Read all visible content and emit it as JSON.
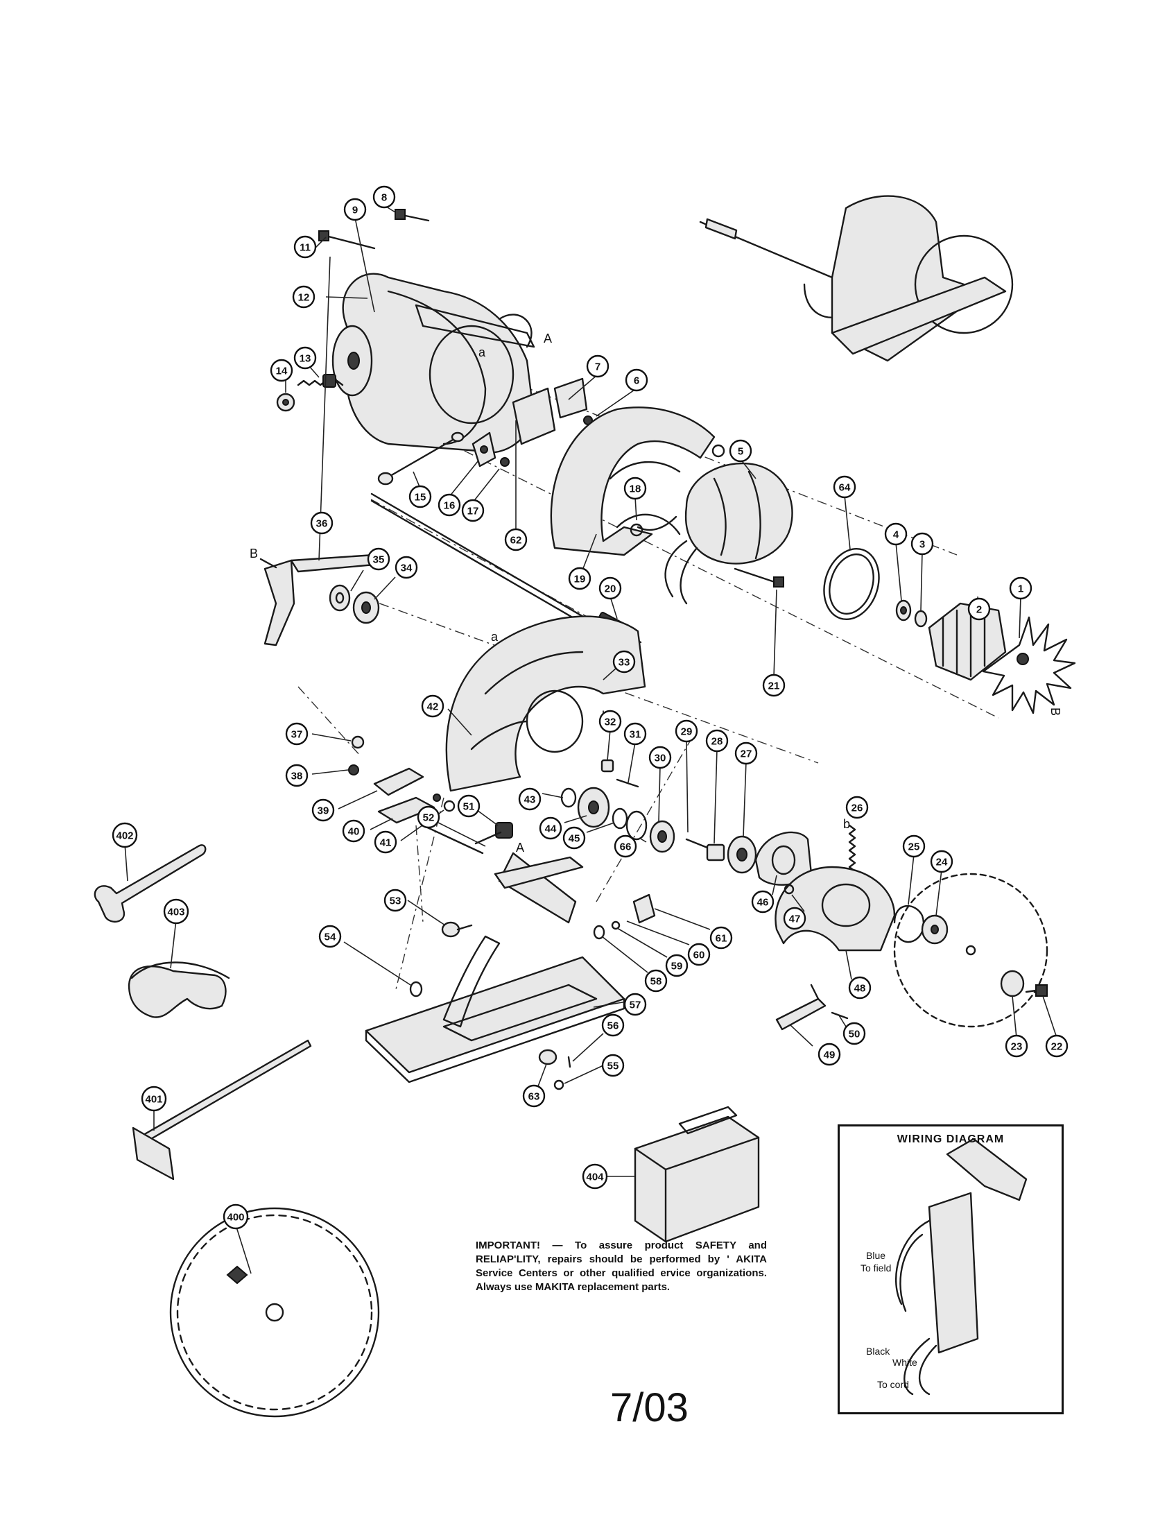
{
  "parts": [
    {
      "id": "1",
      "label": "1"
    },
    {
      "id": "2",
      "label": "2"
    },
    {
      "id": "3",
      "label": "3"
    },
    {
      "id": "4",
      "label": "4"
    },
    {
      "id": "5",
      "label": "5"
    },
    {
      "id": "6",
      "label": "6"
    },
    {
      "id": "7",
      "label": "7"
    },
    {
      "id": "8",
      "label": "8"
    },
    {
      "id": "9",
      "label": "9"
    },
    {
      "id": "11",
      "label": "11"
    },
    {
      "id": "12",
      "label": "12"
    },
    {
      "id": "13",
      "label": "13"
    },
    {
      "id": "14",
      "label": "14"
    },
    {
      "id": "15",
      "label": "15"
    },
    {
      "id": "16",
      "label": "16"
    },
    {
      "id": "17",
      "label": "17"
    },
    {
      "id": "18",
      "label": "18"
    },
    {
      "id": "19",
      "label": "19"
    },
    {
      "id": "20",
      "label": "20"
    },
    {
      "id": "21",
      "label": "21"
    },
    {
      "id": "22",
      "label": "22"
    },
    {
      "id": "23",
      "label": "23"
    },
    {
      "id": "24",
      "label": "24"
    },
    {
      "id": "25",
      "label": "25"
    },
    {
      "id": "26",
      "label": "26"
    },
    {
      "id": "27",
      "label": "27"
    },
    {
      "id": "28",
      "label": "28"
    },
    {
      "id": "29",
      "label": "29"
    },
    {
      "id": "30",
      "label": "30"
    },
    {
      "id": "31",
      "label": "31"
    },
    {
      "id": "32",
      "label": "32"
    },
    {
      "id": "33",
      "label": "33"
    },
    {
      "id": "34",
      "label": "34"
    },
    {
      "id": "35",
      "label": "35"
    },
    {
      "id": "36",
      "label": "36"
    },
    {
      "id": "37",
      "label": "37"
    },
    {
      "id": "38",
      "label": "38"
    },
    {
      "id": "39",
      "label": "39"
    },
    {
      "id": "40",
      "label": "40"
    },
    {
      "id": "41",
      "label": "41"
    },
    {
      "id": "42",
      "label": "42"
    },
    {
      "id": "43",
      "label": "43"
    },
    {
      "id": "44",
      "label": "44"
    },
    {
      "id": "45",
      "label": "45"
    },
    {
      "id": "46",
      "label": "46"
    },
    {
      "id": "47",
      "label": "47"
    },
    {
      "id": "48",
      "label": "48"
    },
    {
      "id": "49",
      "label": "49"
    },
    {
      "id": "50",
      "label": "50"
    },
    {
      "id": "51",
      "label": "51"
    },
    {
      "id": "52",
      "label": "52"
    },
    {
      "id": "53",
      "label": "53"
    },
    {
      "id": "54",
      "label": "54"
    },
    {
      "id": "55",
      "label": "55"
    },
    {
      "id": "56",
      "label": "56"
    },
    {
      "id": "57",
      "label": "57"
    },
    {
      "id": "58",
      "label": "58"
    },
    {
      "id": "59",
      "label": "59"
    },
    {
      "id": "60",
      "label": "60"
    },
    {
      "id": "61",
      "label": "61"
    },
    {
      "id": "62",
      "label": "62"
    },
    {
      "id": "63",
      "label": "63"
    },
    {
      "id": "64",
      "label": "64"
    },
    {
      "id": "66",
      "label": "66"
    },
    {
      "id": "400",
      "label": "400"
    },
    {
      "id": "401",
      "label": "401"
    },
    {
      "id": "402",
      "label": "402"
    },
    {
      "id": "403",
      "label": "403"
    },
    {
      "id": "404",
      "label": "404"
    }
  ],
  "reference_letters": {
    "A": "A",
    "a": "a",
    "B": "B",
    "b": "b"
  },
  "notice": "IMPORTANT! — To assure product SAFETY and RELIAP'LITY, repairs should be performed by ' AKITA Service Centers or other qualified ervice organizations. Always use MAKITA replacement parts.",
  "wiring": {
    "title": "WIRING DIAGRAM",
    "blue": "Blue",
    "to_field": "To field",
    "black": "Black",
    "white": "White",
    "to_cord": "To cord"
  },
  "page_code": "7/03"
}
